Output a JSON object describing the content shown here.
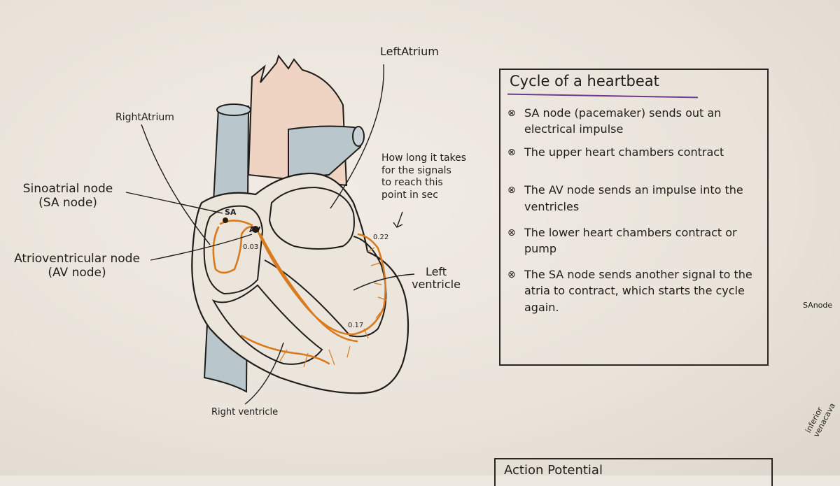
{
  "labels": {
    "left_atrium": "LeftAtrium",
    "right_atrium": "RightAtrium",
    "sa_node_name": "Sinoatrial node",
    "sa_node_abbr": "(SA node)",
    "av_node_name": "Atrioventricular node",
    "av_node_abbr": "(AV node)",
    "sa_tag": "SA",
    "av_tag": "AV",
    "left_ventricle_line1": "Left",
    "left_ventricle_line2": "ventricle",
    "right_ventricle": "Right ventricle",
    "timing_note_lines": [
      "How long it takes",
      "for the signals",
      "to reach this",
      "point in sec"
    ],
    "time_av": "0.03",
    "time_apex": "0.22",
    "time_bottom": "0.17"
  },
  "cycle": {
    "title": "Cycle of a heartbeat",
    "steps": [
      "SA node (pacemaker) sends out an electrical impulse",
      "The upper heart chambers contract",
      "The AV node sends an impulse into the ventricles",
      "The lower heart chambers contract or pump",
      "The SA node sends another signal to the atria to contract, which starts the cycle again."
    ],
    "bullet_icon": "⊗"
  },
  "next_section": {
    "title": "Action Potential"
  },
  "edge_labels": {
    "sa_node_right": "SAnode",
    "inferior_vena_cava": "inferior venacava"
  },
  "colors": {
    "conduction": "#d97a1c",
    "vessel_blue": "#b9c6cc",
    "aorta_pink": "#efd3c3",
    "ink": "#1f1d1a",
    "title_underline": "#6b3a8c"
  }
}
